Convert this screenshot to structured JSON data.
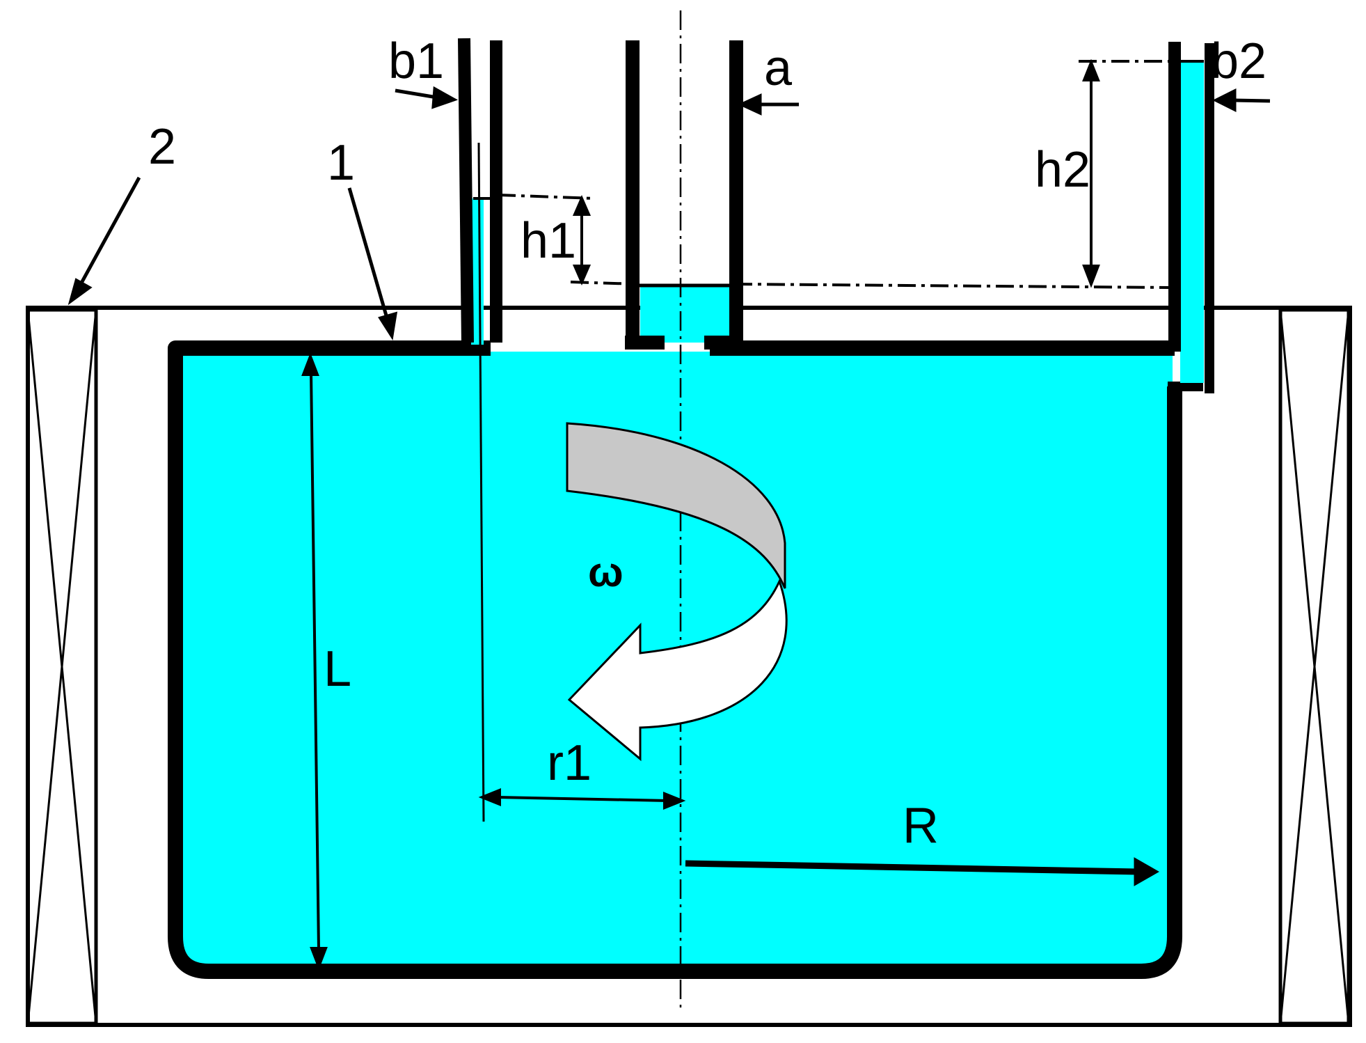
{
  "colors": {
    "liquid": "#00FFFF",
    "wall": "#000000",
    "rotation_arrow_back": "#C8C8C8",
    "rotation_arrow_front": "#FFFFFF",
    "background": "#FFFFFF"
  },
  "labels": {
    "b1": "b1",
    "a": "a",
    "b2": "b2",
    "label_2": "2",
    "label_1": "1",
    "h1": "h1",
    "h2": "h2",
    "omega": "ω",
    "L": "L",
    "r1": "r1",
    "R": "R"
  }
}
